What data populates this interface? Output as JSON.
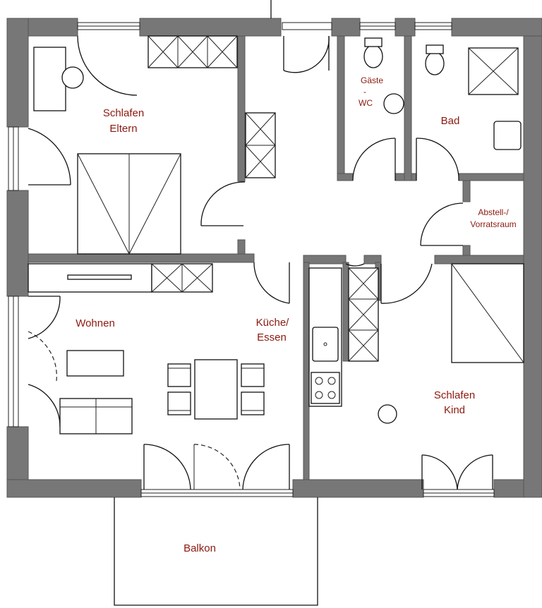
{
  "rooms": {
    "schlafen_eltern": [
      "Schlafen",
      "Eltern"
    ],
    "gaeste_wc": [
      "Gäste",
      "-",
      "WC"
    ],
    "bad": "Bad",
    "abstell": [
      "Abstell-/",
      "Vorratsraum"
    ],
    "wohnen": "Wohnen",
    "kueche": [
      "Küche/",
      "Essen"
    ],
    "schlafen_kind": [
      "Schlafen",
      "Kind"
    ],
    "balkon": "Balkon"
  },
  "colors": {
    "wall": "#777777",
    "label": "#8b1a10",
    "line": "#111111"
  }
}
